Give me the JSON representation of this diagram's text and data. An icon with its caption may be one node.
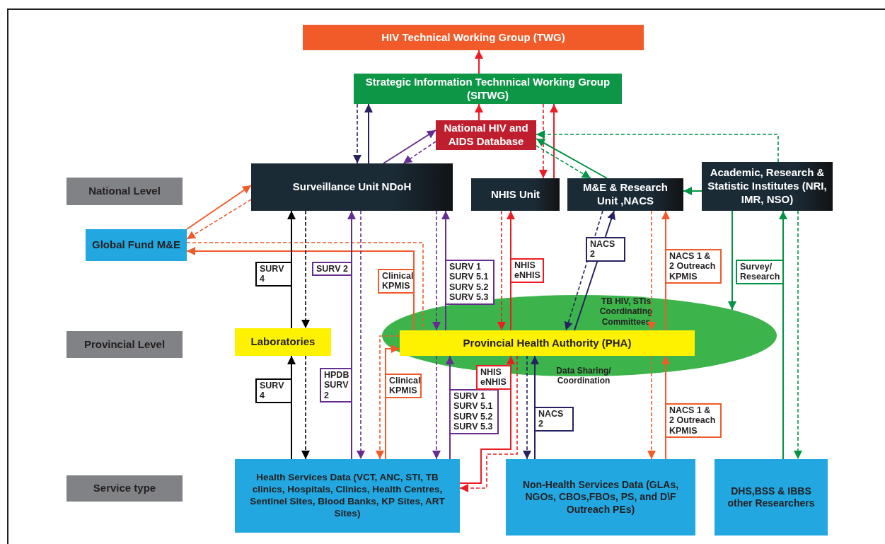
{
  "diagram": {
    "nodes": [
      {
        "text": [
          "HIV Technical Working Group (TWG)"
        ]
      },
      {
        "text": [
          "Strategic Information Technnical Working Group (SITWG)"
        ]
      },
      {
        "text": [
          "National HIV and AIDS Database"
        ]
      },
      {
        "text": [
          "National Level"
        ]
      },
      {
        "text": [
          "Surveillance Unit NDoH"
        ]
      },
      {
        "text": [
          "NHIS Unit"
        ]
      },
      {
        "text": [
          "M&E & Research Unit ,NACS"
        ]
      },
      {
        "text": [
          "Academic, Research & Statistic Institutes (NRI, IMR, NSO)"
        ]
      },
      {
        "text": [
          "Global Fund M&E"
        ]
      },
      {
        "text": [
          "Provincial Level"
        ]
      },
      {
        "text": [
          "Laboratories"
        ]
      },
      {
        "text": [
          "TB HIV, STIs Coordinating Committees",
          "Data Sharing/ Coordination"
        ]
      },
      {
        "text": [
          "Provincial Health Authority (PHA)"
        ],
        "in": 11
      },
      {
        "text": [
          "Service type"
        ]
      },
      {
        "text": [
          "Health Services Data (VCT, ANC, STI, TB clinics, Hospitals, Clinics, Health Centres, Sentinel Sites, Blood Banks, KP Sites, ART Sites)"
        ]
      },
      {
        "text": [
          "Non-Health Services Data (GLAs, NGOs, CBOs,FBOs, PS, and D\\F Outreach PEs)"
        ]
      },
      {
        "text": [
          "DHS,BSS & IBBS other Researchers"
        ]
      }
    ],
    "edges": [
      {
        "from": 1,
        "to": 0,
        "arrow": "to",
        "color": "#ed1c24"
      },
      {
        "from": 2,
        "to": 1,
        "arrow": "to",
        "color": "#ed1c24"
      },
      {
        "from": 1,
        "to": 4,
        "arrow": "to",
        "style": "dashed",
        "color": "#262262"
      },
      {
        "from": 4,
        "to": 1,
        "arrow": "to",
        "color": "#262262"
      },
      {
        "from": 4,
        "to": 2,
        "arrow": "to",
        "color": "#662d91"
      },
      {
        "from": 2,
        "to": 4,
        "arrow": "to",
        "style": "dashed",
        "color": "#662d91"
      },
      {
        "from": 1,
        "to": 5,
        "arrow": "to",
        "style": "dashed",
        "color": "#ed1c24"
      },
      {
        "from": 5,
        "to": 1,
        "arrow": "to",
        "color": "#ed1c24"
      },
      {
        "from": 2,
        "to": 6,
        "arrow": "to",
        "style": "dashed",
        "color": "#009444"
      },
      {
        "from": 6,
        "to": 2,
        "arrow": "to",
        "color": "#009444"
      },
      {
        "from": 7,
        "to": 2,
        "arrow": "to",
        "style": "dashed",
        "color": "#009444"
      },
      {
        "from": 7,
        "to": 6,
        "arrow": "to",
        "color": "#009444"
      },
      {
        "from": 8,
        "to": 4,
        "arrow": "to",
        "color": "#f15a29"
      },
      {
        "from": 4,
        "to": 8,
        "arrow": "to",
        "style": "dashed",
        "color": "#f15a29"
      },
      {
        "from": 12,
        "to": 8,
        "label": "Clinical KPMIS",
        "arrow": "to",
        "color": "#f15a29"
      },
      {
        "from": 8,
        "to": 12,
        "arrow": "none",
        "style": "dashed",
        "color": "#f15a29"
      },
      {
        "from": 10,
        "to": 4,
        "label": "SURV 4",
        "arrow": "to",
        "color": "#000000"
      },
      {
        "from": 4,
        "to": 10,
        "arrow": "to",
        "style": "dashed",
        "color": "#000000"
      },
      {
        "from": 14,
        "to": 10,
        "label": "SURV 4",
        "arrow": "to",
        "color": "#000000"
      },
      {
        "from": 10,
        "to": 14,
        "arrow": "to",
        "style": "dashed",
        "color": "#000000"
      },
      {
        "from": 14,
        "to": 4,
        "label": "HPDB SURV 2",
        "arrow": "to",
        "color": "#662d91"
      },
      {
        "from": 4,
        "to": 14,
        "arrow": "to",
        "style": "dashed",
        "color": "#662d91"
      },
      {
        "from": 12,
        "to": 4,
        "label": "SURV 1 SURV 5.1 SURV 5.2 SURV 5.3",
        "arrow": "to",
        "color": "#662d91"
      },
      {
        "from": 4,
        "to": 12,
        "arrow": "to",
        "style": "dashed",
        "color": "#662d91"
      },
      {
        "from": 14,
        "to": 12,
        "label": "SURV 1 SURV 5.1 SURV 5.2 SURV 5.3",
        "arrow": "to",
        "color": "#662d91"
      },
      {
        "from": 12,
        "to": 14,
        "arrow": "to",
        "style": "dashed",
        "color": "#662d91"
      },
      {
        "from": 14,
        "to": 12,
        "label": "Clinical KPMIS",
        "arrow": "to",
        "color": "#f15a29"
      },
      {
        "from": 12,
        "to": 14,
        "arrow": "to",
        "style": "dashed",
        "color": "#f15a29"
      },
      {
        "from": 12,
        "to": 5,
        "label": "NHIS eNHIS",
        "arrow": "to",
        "color": "#ed1c24"
      },
      {
        "from": 5,
        "to": 12,
        "arrow": "to",
        "style": "dashed",
        "color": "#ed1c24"
      },
      {
        "from": 14,
        "to": 12,
        "label": "NHIS eNHIS",
        "arrow": "to",
        "color": "#ed1c24"
      },
      {
        "from": 12,
        "to": 14,
        "arrow": "to",
        "style": "dashed",
        "color": "#ed1c24"
      },
      {
        "from": 12,
        "to": 6,
        "label": "NACS 2",
        "arrow": "to",
        "color": "#262262"
      },
      {
        "from": 6,
        "to": 12,
        "arrow": "to",
        "style": "dashed",
        "color": "#262262"
      },
      {
        "from": 15,
        "to": 12,
        "label": "NACS 2",
        "arrow": "to",
        "color": "#262262"
      },
      {
        "from": 12,
        "to": 15,
        "arrow": "to",
        "style": "dashed",
        "color": "#262262"
      },
      {
        "from": 12,
        "to": 6,
        "label": "NACS 1 & 2 Outreach KPMIS",
        "arrow": "to",
        "color": "#f15a29"
      },
      {
        "from": 6,
        "to": 12,
        "arrow": "to",
        "style": "dashed",
        "color": "#f15a29"
      },
      {
        "from": 15,
        "to": 12,
        "label": "NACS 1 & 2 Outreach KPMIS",
        "arrow": "to",
        "color": "#f15a29"
      },
      {
        "from": 12,
        "to": 15,
        "arrow": "to",
        "style": "dashed",
        "color": "#f15a29"
      },
      {
        "from": 7,
        "to": 11,
        "arrow": "to",
        "color": "#009444"
      },
      {
        "from": 16,
        "to": 7,
        "label": "Survey/ Research",
        "arrow": "to",
        "color": "#009444"
      },
      {
        "from": 7,
        "to": 16,
        "arrow": "to",
        "style": "dashed",
        "color": "#009444"
      }
    ],
    "labels": [
      "SURV 2"
    ]
  }
}
